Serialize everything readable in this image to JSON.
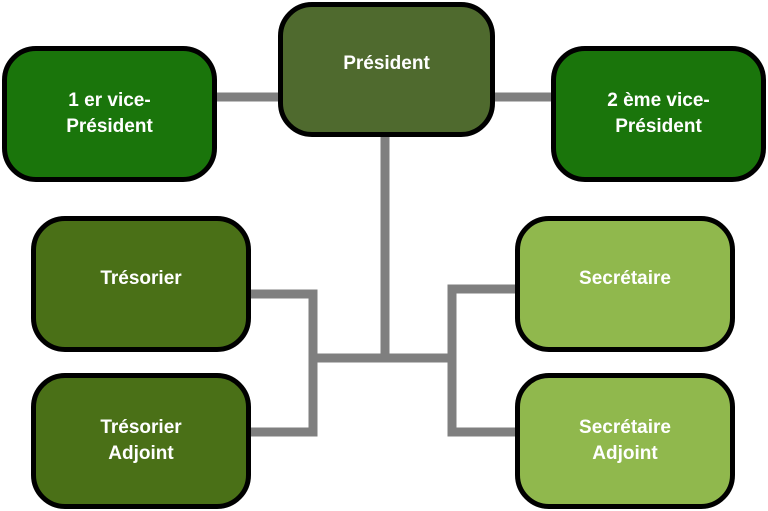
{
  "colors": {
    "president": "#4f6a2e",
    "vice": "#1a750b",
    "treasurer": "#4a7017",
    "secretary": "#90b84d",
    "connector": "#7f7f7f",
    "border": "#000000",
    "text": "#ffffff"
  },
  "nodes": {
    "president": {
      "label": "Président"
    },
    "vice1": {
      "label": "1 er vice-\nPrésident"
    },
    "vice2": {
      "label": "2 ème vice-\nPrésident"
    },
    "tresorier": {
      "label": "Trésorier"
    },
    "tresorier_adjoint": {
      "label": "Trésorier\nAdjoint"
    },
    "secretaire": {
      "label": "Secrétaire"
    },
    "secretaire_adjoint": {
      "label": "Secrétaire\nAdjoint"
    }
  }
}
